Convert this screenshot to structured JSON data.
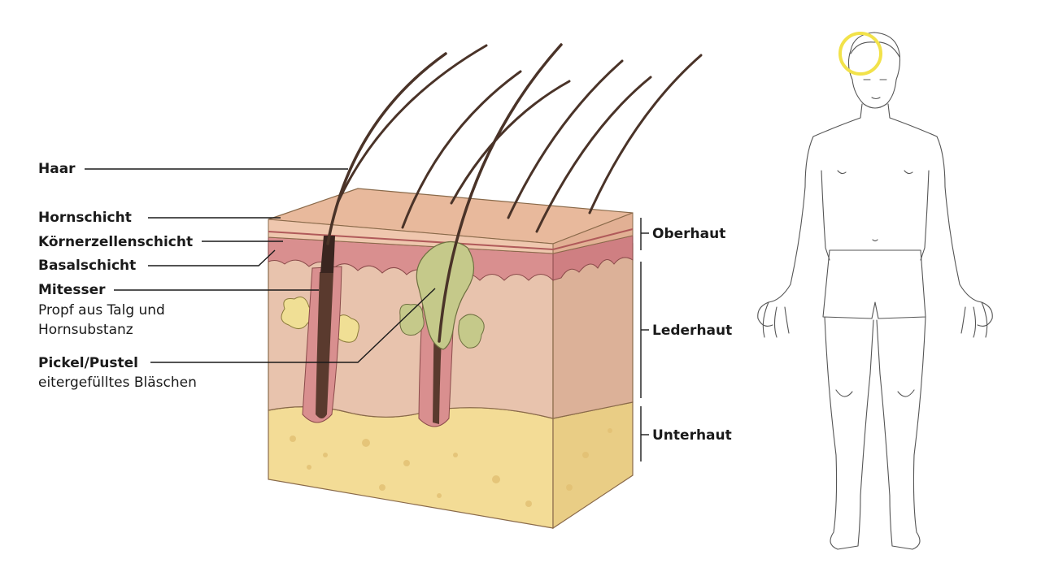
{
  "labels": {
    "hair": "Haar",
    "stratum_corneum": "Hornschicht",
    "stratum_granulosum": "Körnerzellenschicht",
    "stratum_basale": "Basalschicht",
    "blackhead": "Mitesser",
    "blackhead_desc_1": "Propf aus Talg und",
    "blackhead_desc_2": "Hornsubstanz",
    "pimple": "Pickel/Pustel",
    "pimple_desc": "eitergefülltes Bläschen"
  },
  "layers": {
    "epidermis": "Oberhaut",
    "dermis": "Lederhaut",
    "subcutis": "Unterhaut"
  },
  "colors": {
    "highlight_ring": "#f2e24a",
    "subcutis": "#f3dc96",
    "dermis": "#e8c3ad",
    "epidermis_top": "#e8b99c",
    "pimple": "#c5c98a",
    "hair": "#4a3328"
  }
}
